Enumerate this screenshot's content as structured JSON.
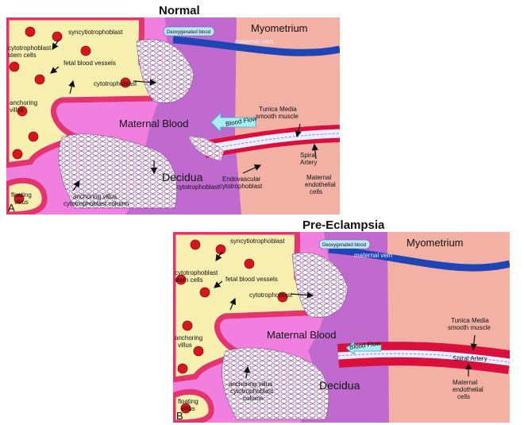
{
  "titles": {
    "normal": "Normal",
    "preeclampsia": "Pre-Eclampsia"
  },
  "colors": {
    "villus": "#f7efb0",
    "syncytio_border": "#e3346e",
    "maternal_blood": "#f07fe0",
    "decidua": "#c06ad0",
    "myometrium": "#f3b1a6",
    "vessel_red": "#d90f3c",
    "vein_blue": "#1e44b6",
    "flow_arrow": "#a6eef3"
  },
  "panel_a": {
    "letter": "A",
    "myometrium": "Myometrium",
    "maternal_vein": "maternal vein",
    "deoxygenated_blood": "Deoxygenated blood",
    "syncytiotrophoblast": "syncytiotrophoblast",
    "cytotrophoblast_stem_cells": [
      "cytotrophoblast",
      "stem cells"
    ],
    "fetal_blood_vessels": "fetal blood vessels",
    "cytotrophoblast": "cytotrophoblast",
    "anchoring_villus": [
      "anchoring",
      "villus"
    ],
    "maternal_blood": "Maternal Blood",
    "blood_flow": "Blood Flow",
    "tunica_media": [
      "Tunica Media",
      "smooth muscle"
    ],
    "spiral_artery": [
      "Spiral",
      "Artery"
    ],
    "decidua": "Decidua",
    "decidua_cytotrophoblast": "cytotrophoblast",
    "endovascular": [
      "Endovascular",
      "cytotrophoblast"
    ],
    "maternal_endothelial": [
      "Maternal",
      "endothelial",
      "cells"
    ],
    "anchoring_column": [
      "anchoring villus",
      "cytotrophoblast column"
    ],
    "floating_villus": [
      "floating",
      "villus"
    ]
  },
  "panel_b": {
    "letter": "B",
    "myometrium": "Myometrium",
    "maternal_vein": "maternal vein",
    "deoxygenated_blood": "Deoxygenated blood",
    "syncytiotrophoblast": "syncytiotrophoblast",
    "cytotrophoblast_stem_cells": [
      "cytotrophoblast",
      "stem cells"
    ],
    "fetal_blood_vessels": "fetal blood vessels",
    "cytotrophoblast": "cytotrophoblast",
    "anchoring_villus": [
      "anchoring",
      "villus"
    ],
    "maternal_blood": "Maternal Blood",
    "blood_flow": "Blood Flow",
    "tunica_media": [
      "Tunica Media",
      "smooth muscle"
    ],
    "spiral_artery": "Spiral Artery",
    "maternal_endothelial": [
      "Maternal",
      "endothelial",
      "cells"
    ],
    "anchoring_column": [
      "anchoring villus",
      "cytotrophoblast",
      "column"
    ],
    "decidua": "Decidua",
    "floating_villus": [
      "floating",
      "villus"
    ]
  }
}
